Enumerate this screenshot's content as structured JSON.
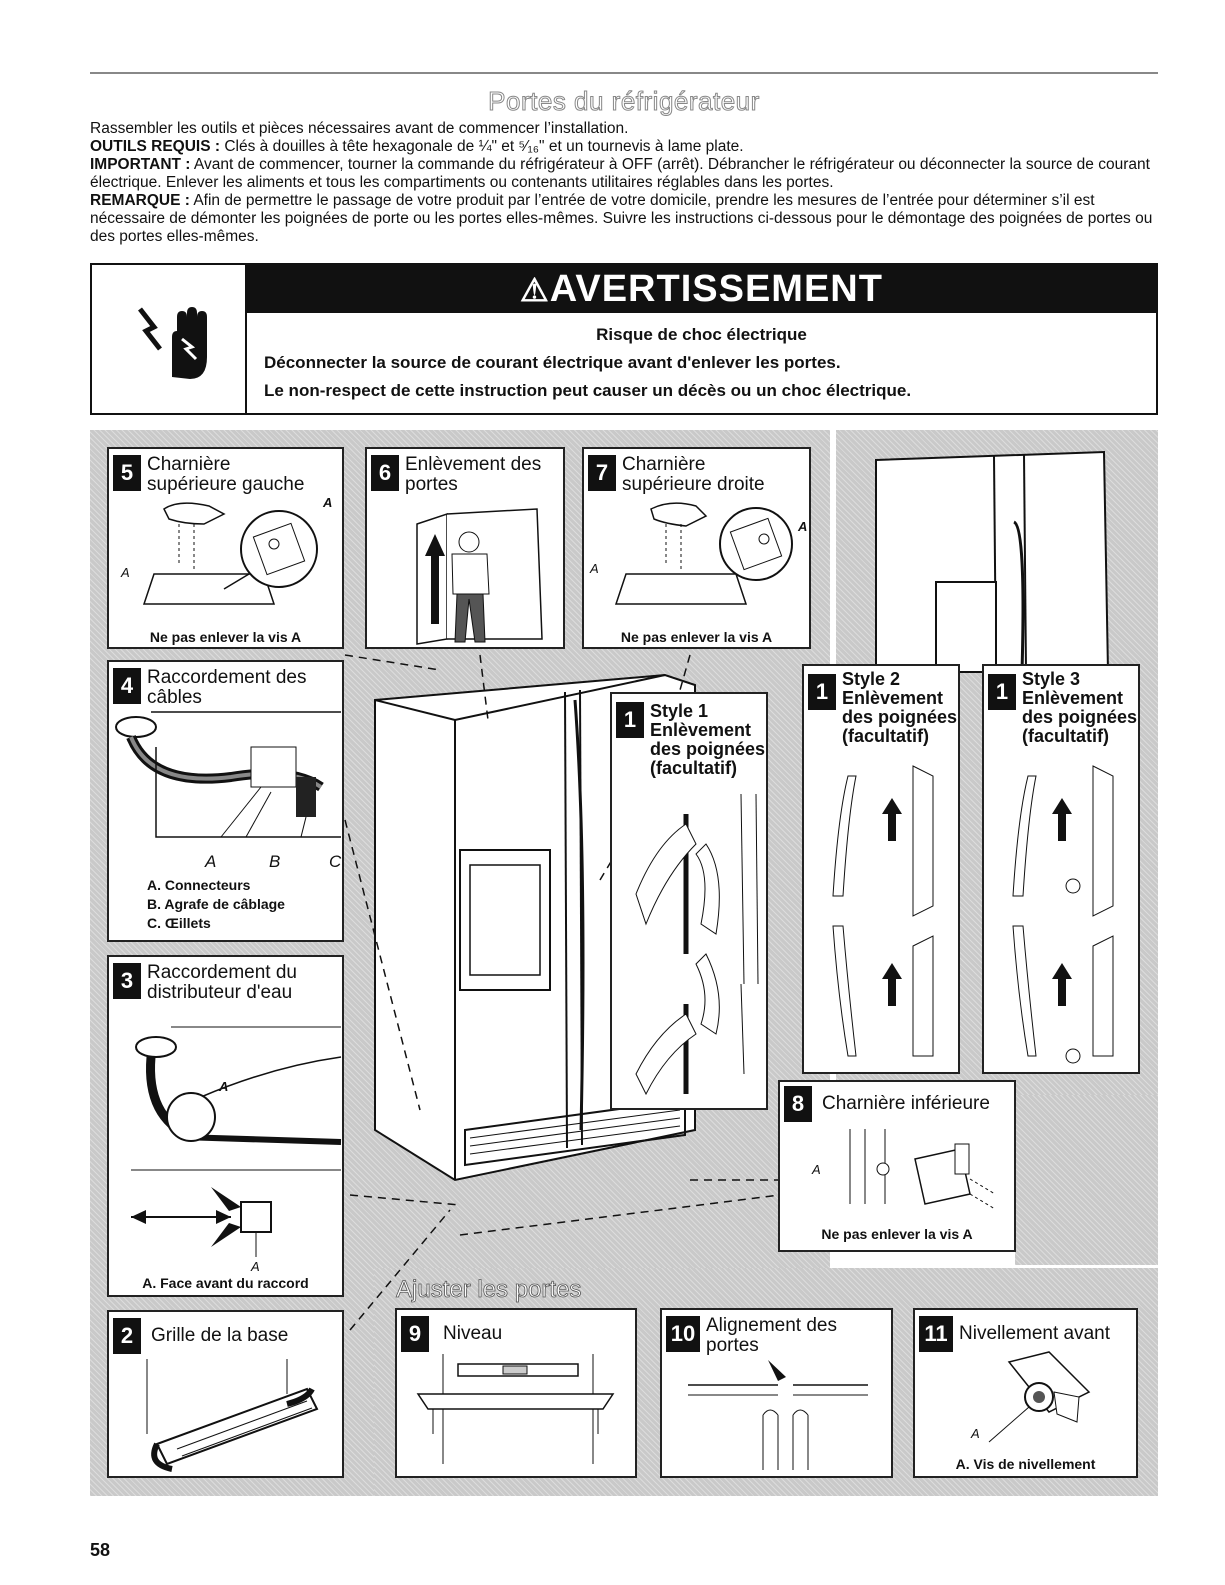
{
  "page": {
    "title": "Portes du réfrigérateur",
    "page_number": "58"
  },
  "intro": {
    "line1": "Rassembler les outils et pièces nécessaires avant de commencer l’installation.",
    "tools_label": "OUTILS REQUIS :",
    "tools_text": "Clés à douilles à tête hexagonale de ¼\" et ⁵⁄₁₆\" et un tournevis à lame plate.",
    "important_label": "IMPORTANT :",
    "important_text": "Avant de commencer, tourner la commande du réfrigérateur à OFF (arrêt). Débrancher le réfrigérateur ou déconnecter la source de courant électrique. Enlever les aliments et tous les compartiments ou contenants utilitaires réglables dans les portes.",
    "note_label": "REMARQUE :",
    "note_text": "Afin de permettre le passage de votre produit par l’entrée de votre domicile, prendre les mesures de l’entrée pour déterminer s’il est nécessaire de démonter les poignées de porte ou les portes elles-mêmes. Suivre les instructions ci-dessous pour le démontage des poignées de portes ou des portes elles-mêmes."
  },
  "warning": {
    "symbol": "⚠",
    "heading": "AVERTISSEMENT",
    "hazard": "Risque de choc électrique",
    "line1": "Déconnecter la source de courant électrique avant d'enlever les portes.",
    "line2": "Le non-respect de cette instruction peut causer un décès ou un choc électrique.",
    "icon": "electric-shock-hand-icon"
  },
  "steps": {
    "s5": {
      "num": "5",
      "title1": "Charnière",
      "title2": "supérieure gauche",
      "caption": "Ne pas enlever la vis A",
      "label_a": "A"
    },
    "s6": {
      "num": "6",
      "title1": "Enlèvement des",
      "title2": "portes"
    },
    "s7": {
      "num": "7",
      "title1": "Charnière",
      "title2": "supérieure droite",
      "caption": "Ne pas enlever la vis A",
      "label_a": "A"
    },
    "s4": {
      "num": "4",
      "title1": "Raccordement des",
      "title2": "câbles",
      "label_a": "A",
      "label_b": "B",
      "label_c": "C",
      "legend": [
        "A. Connecteurs",
        "B. Agrafe de câblage",
        "C. Œillets"
      ]
    },
    "s3": {
      "num": "3",
      "title1": "Raccordement du",
      "title2": "distributeur d'eau",
      "label_a": "A",
      "legend": "A. Face avant du raccord"
    },
    "s2": {
      "num": "2",
      "title": "Grille de la base"
    },
    "s1a": {
      "num": "1",
      "title1": "Style 1",
      "title2": "Enlèvement",
      "title3": "des poignées",
      "title4": "(facultatif)"
    },
    "s1b": {
      "num": "1",
      "title1": "Style 2",
      "title2": "Enlèvement",
      "title3": "des poignées",
      "title4": "(facultatif)"
    },
    "s1c": {
      "num": "1",
      "title1": "Style 3",
      "title2": "Enlèvement",
      "title3": "des poignées",
      "title4": "(facultatif)"
    },
    "s8": {
      "num": "8",
      "title": "Charnière inférieure",
      "caption": "Ne pas enlever la vis A",
      "label_a": "A"
    },
    "s9": {
      "num": "9",
      "title": "Niveau"
    },
    "s10": {
      "num": "10",
      "title1": "Alignement des",
      "title2": "portes"
    },
    "s11": {
      "num": "11",
      "title": "Nivellement avant",
      "label_a": "A",
      "legend": "A. Vis de nivellement"
    }
  },
  "adjust": {
    "heading": "Ajuster les portes"
  }
}
